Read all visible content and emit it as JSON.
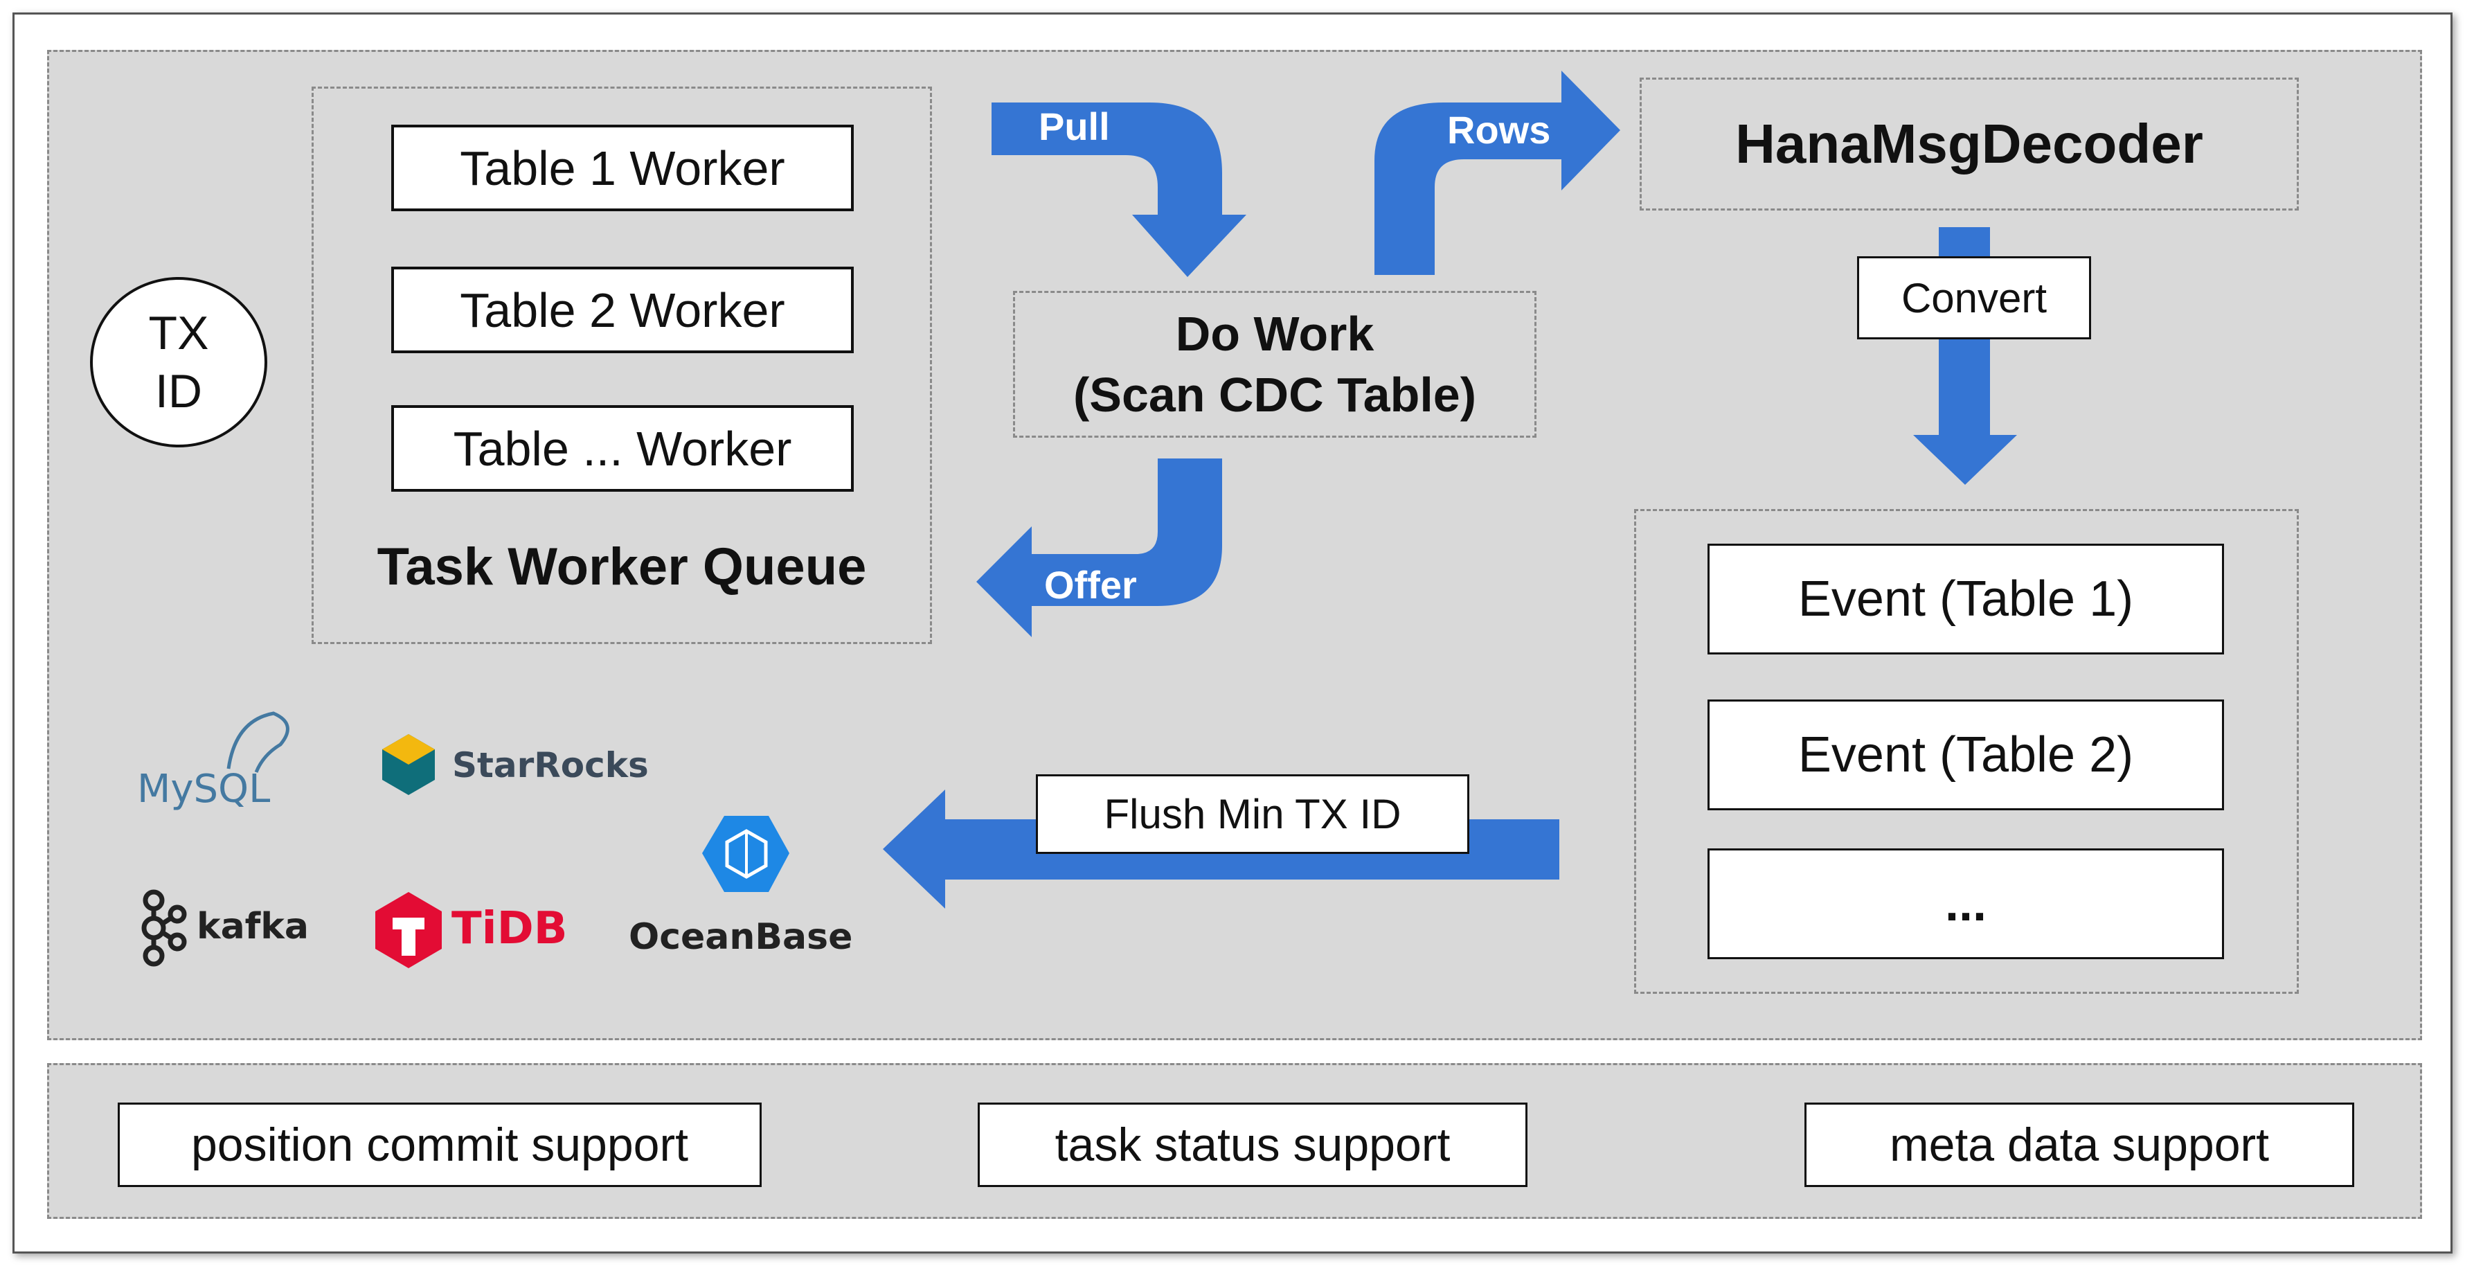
{
  "tx_id": {
    "line1": "TX",
    "line2": "ID"
  },
  "task_worker_queue": {
    "title": "Task Worker Queue",
    "workers": [
      "Table 1 Worker",
      "Table 2 Worker",
      "Table ... Worker"
    ]
  },
  "do_work": {
    "line1": "Do Work",
    "line2": "(Scan CDC Table)"
  },
  "decoder": {
    "title": "HanaMsgDecoder"
  },
  "arrows": {
    "pull": "Pull",
    "rows": "Rows",
    "offer": "Offer",
    "convert": "Convert",
    "flush": "Flush Min TX ID"
  },
  "events": [
    "Event (Table 1)",
    "Event (Table 2)",
    "..."
  ],
  "sinks": {
    "mysql": "MySQL",
    "starrocks": "StarRocks",
    "kafka": "kafka",
    "tidb": "TiDB",
    "oceanbase": "OceanBase"
  },
  "support": [
    "position commit support",
    "task status support",
    "meta data support"
  ],
  "colors": {
    "arrow": "#3575d3",
    "panel": "#d9d9d9",
    "mysql_blue": "#4479a1",
    "mysql_orange": "#e48e00",
    "tidb_red": "#e30c34",
    "oceanbase_blue": "#1e88e5"
  }
}
